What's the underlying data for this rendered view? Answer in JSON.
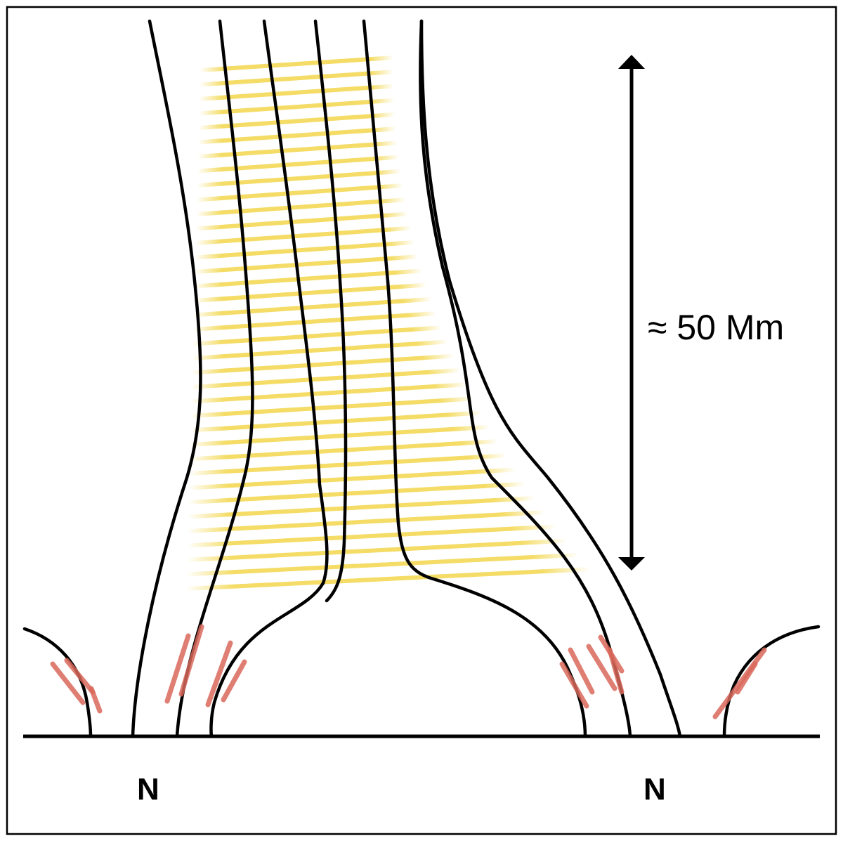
{
  "diagram": {
    "scale_label": "≈ 50 Mm",
    "pole_left": "N",
    "pole_right": "N",
    "colors": {
      "field_lines": "#000000",
      "heating_stripes": "#f2d64b",
      "reconnection_marks": "#d9675a",
      "background": "#ffffff"
    }
  }
}
